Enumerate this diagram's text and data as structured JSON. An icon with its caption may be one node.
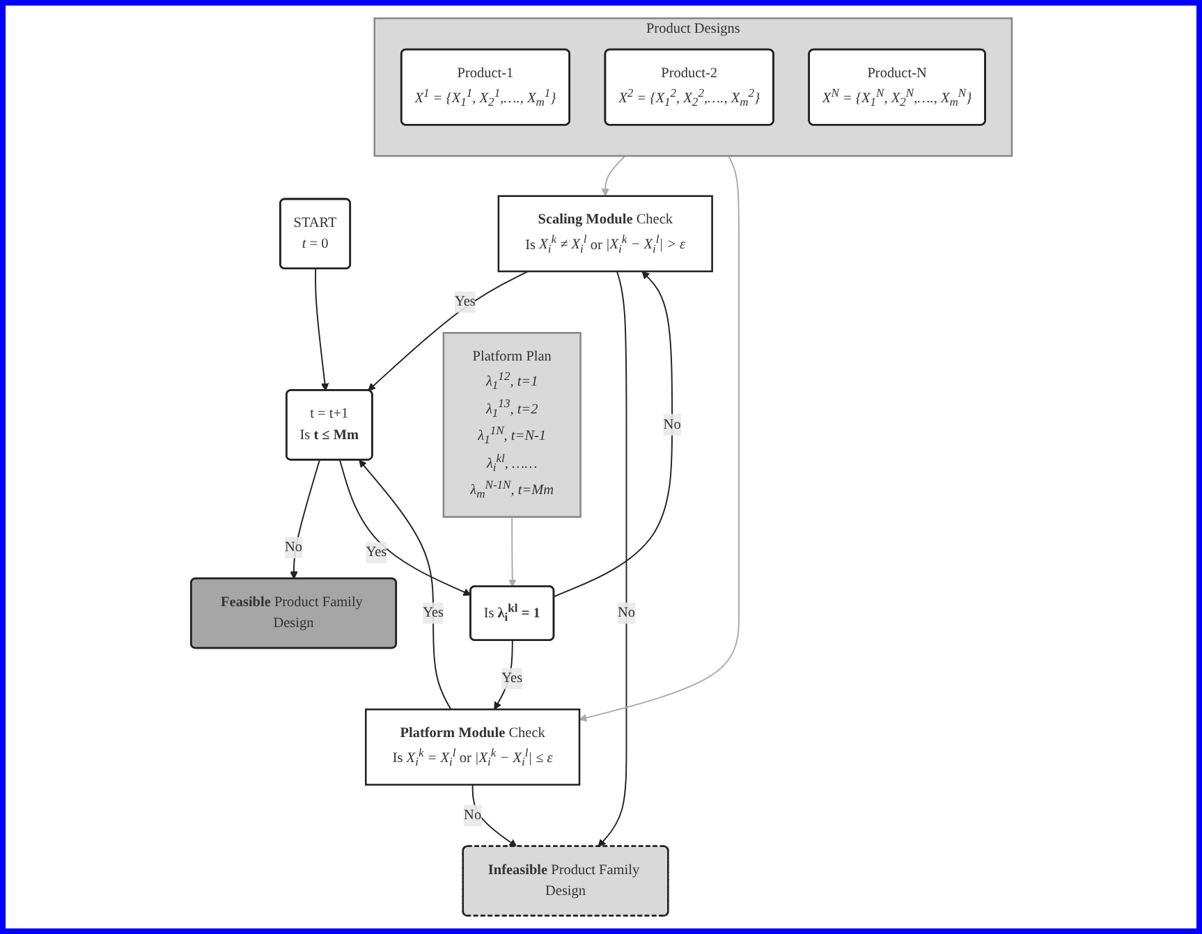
{
  "diagram": {
    "nodes": [
      {
        "text": [
          "START",
          "*t* = 0"
        ]
      },
      {
        "text": [
          "**Feasible** Product Family Design"
        ]
      },
      {
        "text": [
          "t = t+1",
          "Is **t ≤ Mm**"
        ]
      },
      {
        "text": [
          "Is **λ$_{i}$$^{kl}$ = 1**"
        ]
      },
      {
        "text": [
          "**Scaling Module** Check",
          "Is *X$_{i}$$^{k}$ ≠ X$_{i}$$^{l}$* or *|X$_{i}$$^{k}$ − X$_{i}$$^{l}$| > ε*"
        ]
      },
      {
        "text": [
          "Product Designs"
        ]
      },
      {
        "text": [
          "Product-1",
          "*X$^{1}$ = {X$_{1}$$^{1}$, X$_{2}$$^{1}$,…., X$_{m}$$^{1}$}*"
        ],
        "in": 5
      },
      {
        "text": [
          "Product-2",
          "*X$^{2}$ = {X$_{1}$$^{2}$, X$_{2}$$^{2}$,…., X$_{m}$$^{2}$}*"
        ],
        "in": 5
      },
      {
        "text": [
          "Product-N",
          "*X$^{N}$ = {X$_{1}$$^{N}$, X$_{2}$$^{N}$,…., X$_{m}$$^{N}$}*"
        ],
        "in": 5
      },
      {
        "text": [
          "**Platform Module** Check",
          "Is *X$_{i}$$^{k}$ = X$_{i}$$^{l}$* or *|X$_{i}$$^{k}$ − X$_{i}$$^{l}$| ≤ ε*"
        ]
      },
      {
        "text": [
          "**Infeasible** Product Family Design"
        ]
      },
      {
        "text": [
          "Platform Plan",
          "*λ$_{1}$$^{12}$, t=1*",
          "*λ$_{1}$$^{13}$, t=2*",
          "*λ$_{1}$$^{1N}$, t=N-1*",
          "*λ$_{i}$$^{kl}$, ……*",
          "*λ$_{m}$$^{N-1N}$, t=Mm*"
        ]
      }
    ],
    "edges": [
      {
        "from": 0,
        "to": 2,
        "arrow": "to"
      },
      {
        "from": 2,
        "to": 1,
        "arrow": "to",
        "label": "No"
      },
      {
        "from": 2,
        "to": 3,
        "arrow": "to",
        "label": "Yes"
      },
      {
        "from": 3,
        "to": 4,
        "arrow": "to",
        "label": "No"
      },
      {
        "from": 3,
        "to": 9,
        "arrow": "to",
        "label": "Yes"
      },
      {
        "from": 4,
        "to": 2,
        "arrow": "to",
        "label": "Yes"
      },
      {
        "from": 9,
        "to": 2,
        "arrow": "to",
        "label": "Yes"
      },
      {
        "from": 11,
        "to": 3,
        "arrow": "to",
        "color": "#aaaaaa"
      },
      {
        "from": 5,
        "to": 4,
        "arrow": "to",
        "color": "#aaaaaa"
      },
      {
        "from": 5,
        "to": 9,
        "arrow": "to",
        "color": "#aaaaaa"
      },
      {
        "from": 4,
        "to": 10,
        "arrow": "to",
        "label": "No"
      },
      {
        "from": 9,
        "to": 10,
        "arrow": "to",
        "label": "No"
      }
    ]
  }
}
